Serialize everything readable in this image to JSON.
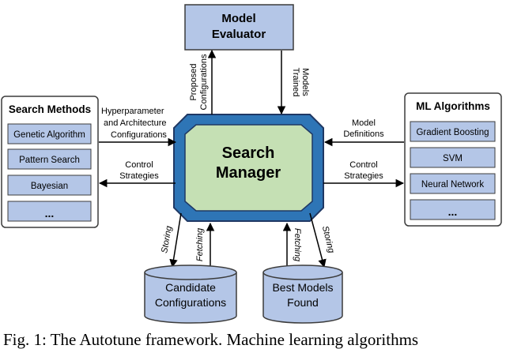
{
  "model_evaluator": {
    "line1": "Model",
    "line2": "Evaluator"
  },
  "search_manager": {
    "line1": "Search",
    "line2": "Manager"
  },
  "search_methods": {
    "title": "Search Methods",
    "items": [
      "Genetic Algorithm",
      "Pattern Search",
      "Bayesian",
      "..."
    ]
  },
  "ml_algorithms": {
    "title": "ML Algorithms",
    "items": [
      "Gradient Boosting",
      "SVM",
      "Neural Network",
      "..."
    ]
  },
  "edges": {
    "proposed_configurations": [
      "Proposed",
      "Configurations"
    ],
    "trained_models": [
      "Trained",
      "Models"
    ],
    "hyperparameter": [
      "Hyperparameter",
      "and Architecture",
      "Configurations"
    ],
    "control_left": [
      "Control",
      "Strategies"
    ],
    "model_definitions": [
      "Model",
      "Definitions"
    ],
    "control_right": [
      "Control",
      "Strategies"
    ],
    "storing_left": "Storing",
    "fetching_left": "Fetching",
    "fetching_right": "Fetching",
    "storing_right": "Storing"
  },
  "databases": {
    "candidate": [
      "Candidate",
      "Configurations"
    ],
    "best": [
      "Best Models",
      "Found"
    ]
  },
  "caption": "Fig. 1: The Autotune framework. Machine learning algorithms",
  "colors": {
    "box_fill": "#b4c6e7",
    "box_stroke": "#3c3c3c",
    "manager_outer": "#2e75b6",
    "manager_outer_stroke": "#1f3864",
    "manager_inner": "#c5e0b4"
  }
}
